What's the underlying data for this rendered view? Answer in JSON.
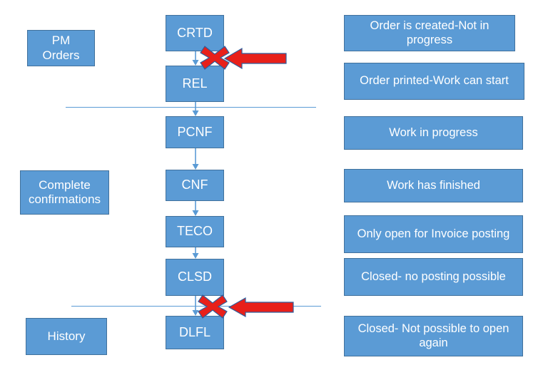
{
  "theme": {
    "box_fill": "#5b9bd5",
    "box_border": "#41719c",
    "box_text": "#ffffff",
    "connector_color": "#5b9bd5",
    "divider_color": "#5b9bd5",
    "marker_red": "#e8201a",
    "marker_red_border": "#2e5f9e",
    "background": "#ffffff"
  },
  "phases": {
    "pm_orders": "PM\nOrders",
    "pm_orders_line1": "PM",
    "pm_orders_line2": "Orders",
    "complete_confirmations_line1": "Complete",
    "complete_confirmations_line2": "confirmations",
    "history": "History"
  },
  "statuses": [
    {
      "code": "CRTD",
      "description": "Order is created-Not in progress"
    },
    {
      "code": "REL",
      "description": "Order printed-Work can start"
    },
    {
      "code": "PCNF",
      "description": "Work in progress"
    },
    {
      "code": "CNF",
      "description": "Work has finished"
    },
    {
      "code": "TECO",
      "description": "Only open for Invoice posting"
    },
    {
      "code": "CLSD",
      "description": "Closed- no posting possible"
    },
    {
      "code": "DLFL",
      "description": "Closed- Not possible to open again"
    }
  ],
  "markers": [
    {
      "name": "blocked-transition-crtd-rel",
      "icon": "red-x-icon"
    },
    {
      "name": "blocked-transition-clsd-dlfl",
      "icon": "red-x-icon"
    }
  ],
  "arrows": [
    {
      "name": "callout-arrow-top",
      "icon": "left-arrow-icon"
    },
    {
      "name": "callout-arrow-bottom",
      "icon": "left-arrow-icon"
    }
  ]
}
